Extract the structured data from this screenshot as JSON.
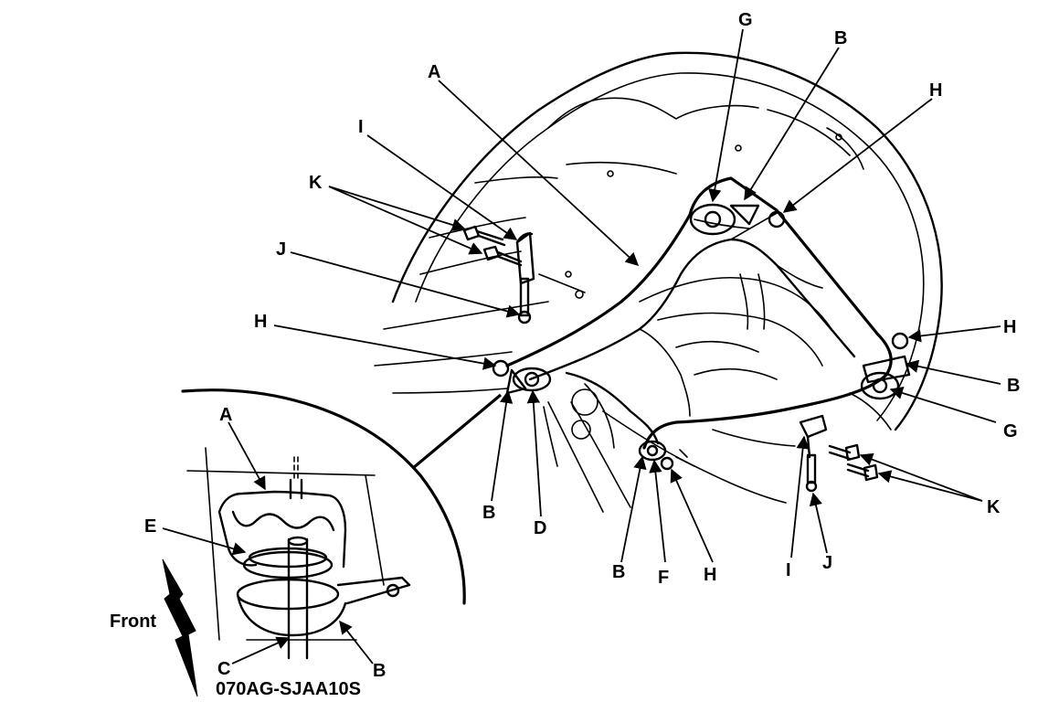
{
  "diagram": {
    "callouts": {
      "A_main": "A",
      "A_inset": "A",
      "B_top": "B",
      "B_right": "B",
      "B_left_lower": "B",
      "B_rear_lower": "B",
      "B_inset": "B",
      "C_inset": "C",
      "D": "D",
      "E_inset": "E",
      "F": "F",
      "G_top": "G",
      "G_right": "G",
      "H_top_right": "H",
      "H_right": "H",
      "H_left": "H",
      "H_bottom": "H",
      "I_left": "I",
      "I_right": "I",
      "J_left": "J",
      "J_right": "J",
      "K_left": "K",
      "K_right": "K"
    },
    "front_label": "Front",
    "figure_code": "070AG-SJAA10S"
  }
}
